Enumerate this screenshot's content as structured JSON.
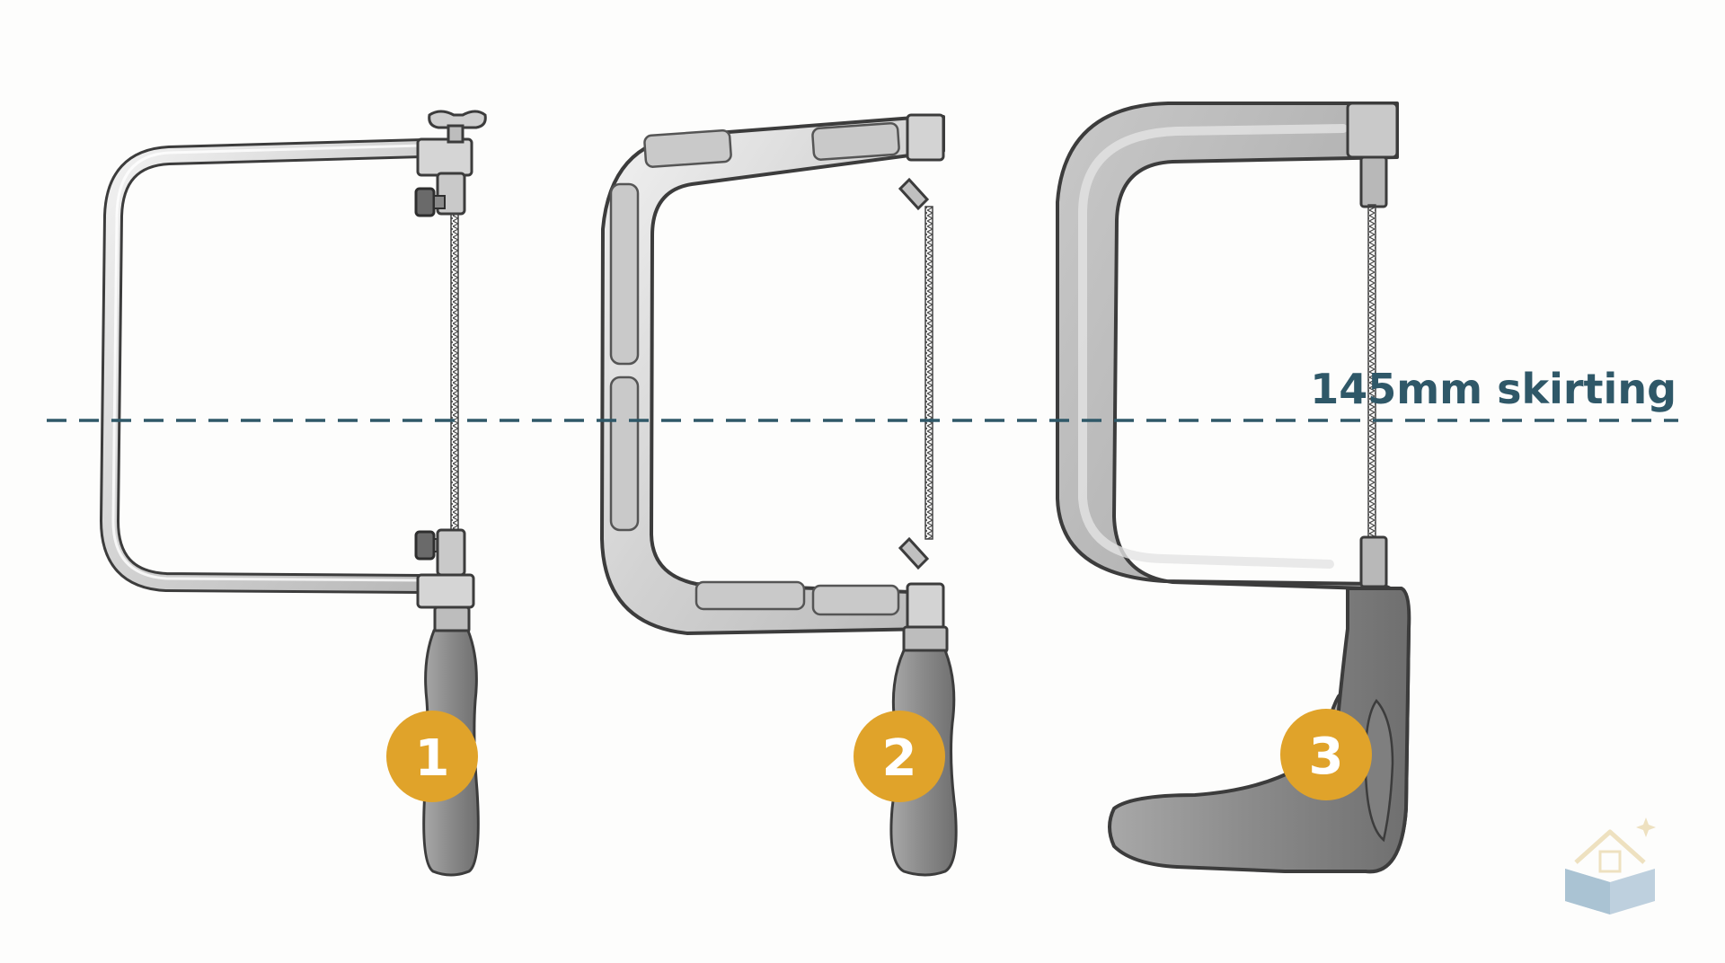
{
  "reference_line": {
    "label": "145mm skirting",
    "color": "#2f5868"
  },
  "saws": [
    {
      "id": "coping-saw-1",
      "badge": "1",
      "frame_style": "thin round frame with wing-nut tensioner and wooden handle"
    },
    {
      "id": "coping-saw-2",
      "badge": "2",
      "frame_style": "flat ribbed frame with pin blade holders and wooden handle"
    },
    {
      "id": "coping-saw-3",
      "badge": "3",
      "frame_style": "deep cast frame with pistol-grip handle"
    }
  ],
  "colors": {
    "badge": "#e0a32a",
    "metal_light": "#dcdcdc",
    "metal_dark": "#a9a9a9",
    "handle": "#8f8f8f",
    "outline": "#3c3c3c"
  },
  "watermark_icon": "book-house-logo-icon"
}
